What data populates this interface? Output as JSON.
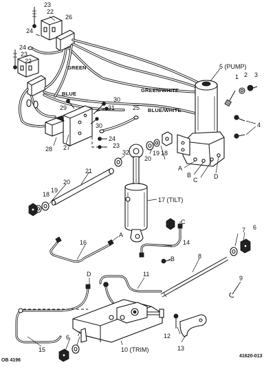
{
  "labels": {
    "n1": "1",
    "n2": "2",
    "n3": "3",
    "n4": "4",
    "n5": "5 (PUMP)",
    "n6a": "6",
    "n6b": "6",
    "n7a": "7",
    "n7b": "7",
    "n8": "8",
    "n9": "9",
    "n10": "10 (TRIM)",
    "n11": "11",
    "n12": "12",
    "n13": "13",
    "n14": "14",
    "n15": "15",
    "n16": "16",
    "n17": "17 (TILT)",
    "n18a": "18",
    "n18b": "18",
    "n19a": "19",
    "n19b": "19",
    "n20a": "20",
    "n20b": "20",
    "n21": "21",
    "n22a": "22",
    "n22b": "22",
    "n23a": "23",
    "n23b": "23",
    "n23c": "23",
    "n24a": "24",
    "n24b": "24",
    "n24c": "24",
    "n25": "25",
    "n26": "26",
    "n27": "27",
    "n28": "28",
    "n29": "29",
    "n30a": "30",
    "n30b": "30",
    "n31": "31",
    "n32": "32"
  },
  "wire_labels": {
    "green": "GREEN",
    "blue": "BLUE",
    "green_white": "GREEN/WHITE",
    "blue_white": "BLUE/WHITE"
  },
  "port_labels": {
    "a_pump": "A",
    "b_pump": "B",
    "c_pump": "C",
    "d_pump": "D",
    "a_line": "A",
    "b_line": "-B",
    "c_line": "C",
    "d_line": "D"
  },
  "footer": {
    "left_code": "OB 4196",
    "right_code": "41620-013"
  }
}
